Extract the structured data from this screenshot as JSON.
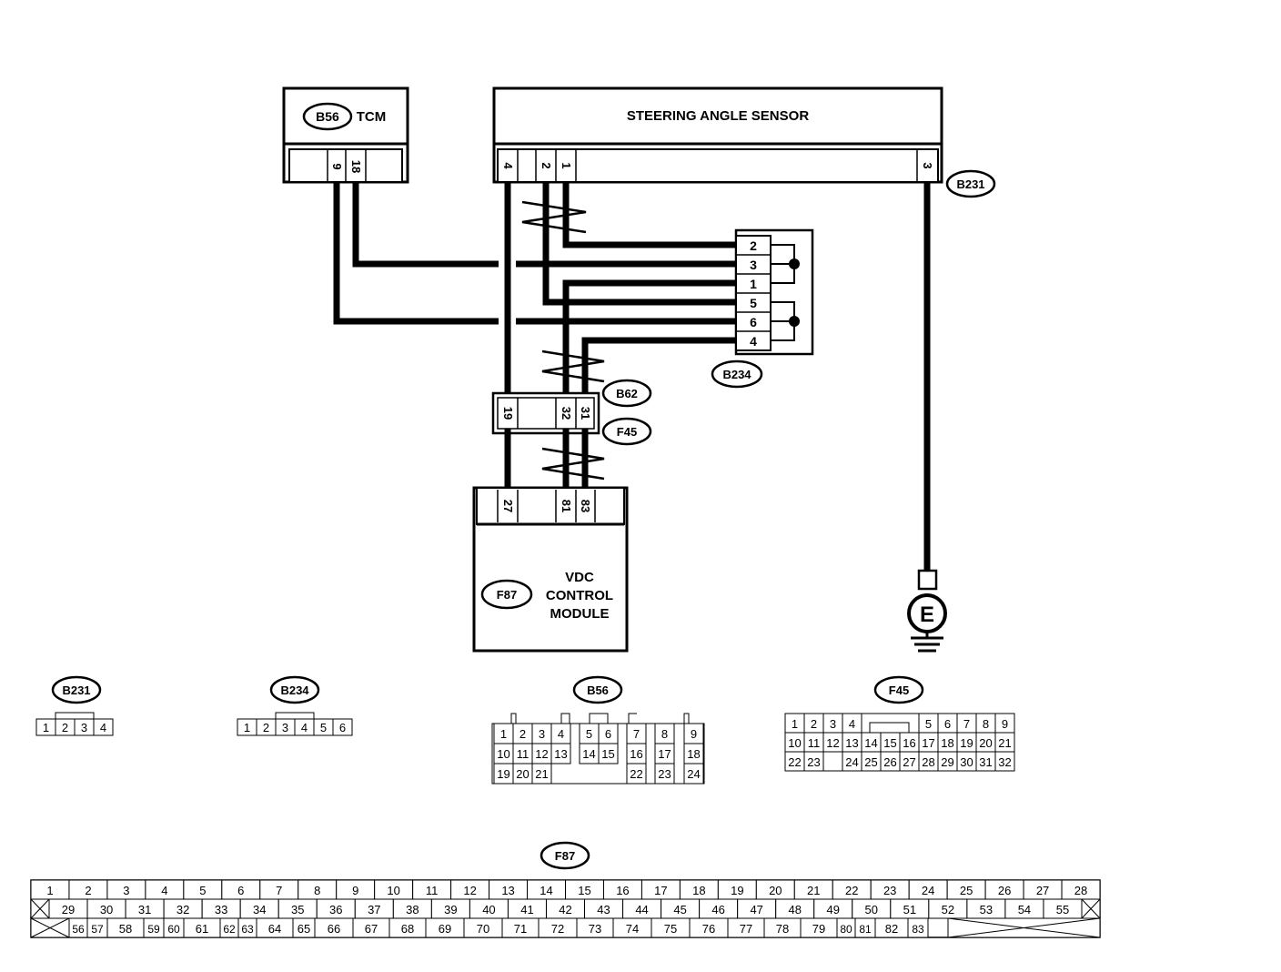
{
  "components": {
    "tcm": {
      "code": "B56",
      "name": "TCM",
      "pins": [
        "9",
        "18"
      ]
    },
    "steering_angle_sensor": {
      "name": "STEERING ANGLE SENSOR",
      "connector": "B231",
      "pins": [
        "4",
        "2",
        "1",
        "3"
      ]
    },
    "joint_connector": {
      "code": "B234",
      "pins": [
        "2",
        "3",
        "1",
        "5",
        "6",
        "4"
      ]
    },
    "intermediate_connector": {
      "codes": [
        "B62",
        "F45"
      ],
      "pins": [
        "19",
        "32",
        "31"
      ]
    },
    "vdc_module": {
      "code": "F87",
      "name_lines": [
        "VDC",
        "CONTROL",
        "MODULE"
      ],
      "pins": [
        "27",
        "81",
        "83"
      ]
    },
    "ground": {
      "label": "E"
    }
  },
  "connector_views": {
    "b231": {
      "code": "B231",
      "rows": [
        [
          "1",
          "2",
          "3",
          "4"
        ]
      ]
    },
    "b234": {
      "code": "B234",
      "rows": [
        [
          "1",
          "2",
          "3",
          "4",
          "5",
          "6"
        ]
      ]
    },
    "b56": {
      "code": "B56",
      "rows": [
        [
          "1",
          "2",
          "3",
          "4",
          "",
          "5",
          "6",
          "",
          "7",
          "",
          "8",
          "",
          "9"
        ],
        [
          "10",
          "11",
          "12",
          "13",
          "",
          "14",
          "15",
          "",
          "16",
          "",
          "17",
          "",
          "18"
        ],
        [
          "19",
          "20",
          "21",
          "",
          "",
          "",
          "",
          "",
          "22",
          "",
          "23",
          "",
          "24"
        ]
      ]
    },
    "f45": {
      "code": "F45",
      "rows": [
        [
          "1",
          "2",
          "3",
          "4",
          "",
          "",
          "",
          "5",
          "6",
          "7",
          "8",
          "9"
        ],
        [
          "10",
          "11",
          "12",
          "13",
          "14",
          "15",
          "16",
          "17",
          "18",
          "19",
          "20",
          "21"
        ],
        [
          "22",
          "23",
          "",
          "24",
          "25",
          "26",
          "27",
          "28",
          "29",
          "30",
          "31",
          "32"
        ]
      ]
    },
    "f87": {
      "code": "F87",
      "row1": [
        "1",
        "2",
        "3",
        "4",
        "5",
        "6",
        "7",
        "8",
        "9",
        "10",
        "11",
        "12",
        "13",
        "14",
        "15",
        "16",
        "17",
        "18",
        "19",
        "20",
        "21",
        "22",
        "23",
        "24",
        "25",
        "26",
        "27",
        "28"
      ],
      "row2": [
        "29",
        "30",
        "31",
        "32",
        "33",
        "34",
        "35",
        "36",
        "37",
        "38",
        "39",
        "40",
        "41",
        "42",
        "43",
        "44",
        "45",
        "46",
        "47",
        "48",
        "49",
        "50",
        "51",
        "52",
        "53",
        "54",
        "55"
      ],
      "row3": [
        "56",
        "57",
        "58",
        "59",
        "60",
        "61",
        "62",
        "63",
        "64",
        "65",
        "66",
        "67",
        "68",
        "69",
        "70",
        "71",
        "72",
        "73",
        "74",
        "75",
        "76",
        "77",
        "78",
        "79",
        "80",
        "81",
        "82",
        "83"
      ]
    }
  }
}
